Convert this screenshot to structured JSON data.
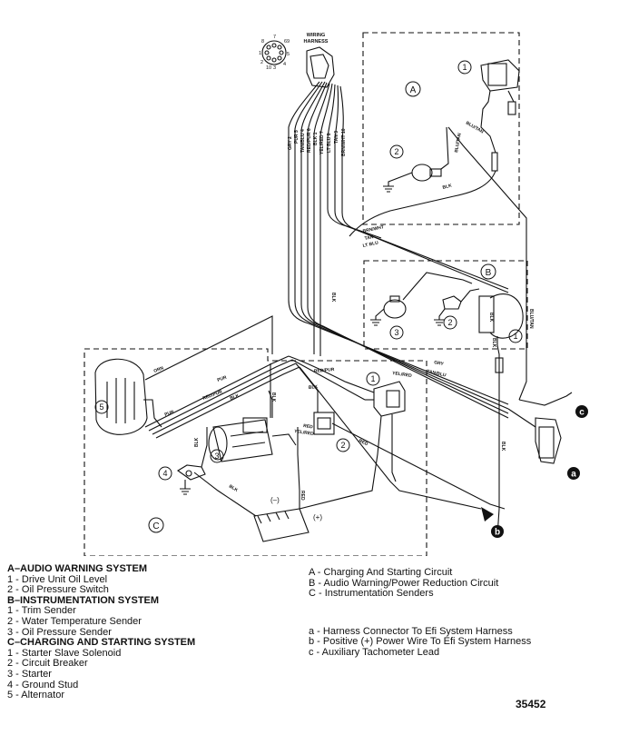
{
  "diagram": {
    "harness_title": [
      "WIRING",
      "HARNESS"
    ],
    "pin_numbers": [
      "1",
      "2",
      "3",
      "4",
      "5",
      "6",
      "7",
      "8",
      "9",
      "10"
    ],
    "harness_wire_labels": [
      "GRY 2",
      "PUR 5",
      "TAN/BLU 4",
      "RED/PUR 6",
      "BLK 1",
      "YEL/RED 7",
      "LT BLU 8",
      "TAN 3",
      "BRN/WHT 10"
    ],
    "wire_labels": {
      "blu_tan": "BLU/TAN",
      "blk": "BLK",
      "brn_wht": "BRN/WHT",
      "tan": "TAN",
      "lt_blu": "LT BLU",
      "orn": "ORN",
      "pur": "PUR",
      "red_pur": "RED/PUR",
      "yel_red": "YEL/RED",
      "red": "RED",
      "gry": "GRY",
      "tan_blu": "TAN/BLU"
    },
    "section_labels": {
      "a": "A",
      "b": "B",
      "c": "C"
    },
    "component_numbers": {
      "a1": "1",
      "a2": "2",
      "b1": "1",
      "b2": "2",
      "b3": "3",
      "c1": "1",
      "c2": "2",
      "c3": "3",
      "c4": "4",
      "c5": "5"
    },
    "battery_neg": "(–)",
    "battery_pos": "(+)",
    "callouts": {
      "a": "a",
      "b": "b",
      "c": "c"
    }
  },
  "legend_left": {
    "sections": [
      {
        "heading": "A–AUDIO WARNING SYSTEM",
        "items": [
          "1 - Drive Unit Oil Level",
          "2 - Oil Pressure Switch"
        ]
      },
      {
        "heading": "B–INSTRUMENTATION SYSTEM",
        "items": [
          "1 - Trim Sender",
          "2 - Water Temperature Sender",
          "3 - Oil Pressure Sender"
        ]
      },
      {
        "heading": "C–CHARGING AND STARTING SYSTEM",
        "items": [
          "1 - Starter Slave Solenoid",
          "2 - Circuit Breaker",
          "3 - Starter",
          "4 - Ground Stud",
          "5 - Alternator"
        ]
      }
    ]
  },
  "legend_right": {
    "circuits": [
      "A - Charging And Starting Circuit",
      "B - Audio Warning/Power Reduction Circuit",
      "C - Instrumentation Senders"
    ],
    "callouts": [
      "a - Harness Connector To Efi System Harness",
      "b - Positive (+) Power Wire To Efi System Harness",
      "c - Auxiliary Tachometer Lead"
    ]
  },
  "figure_number": "35452"
}
